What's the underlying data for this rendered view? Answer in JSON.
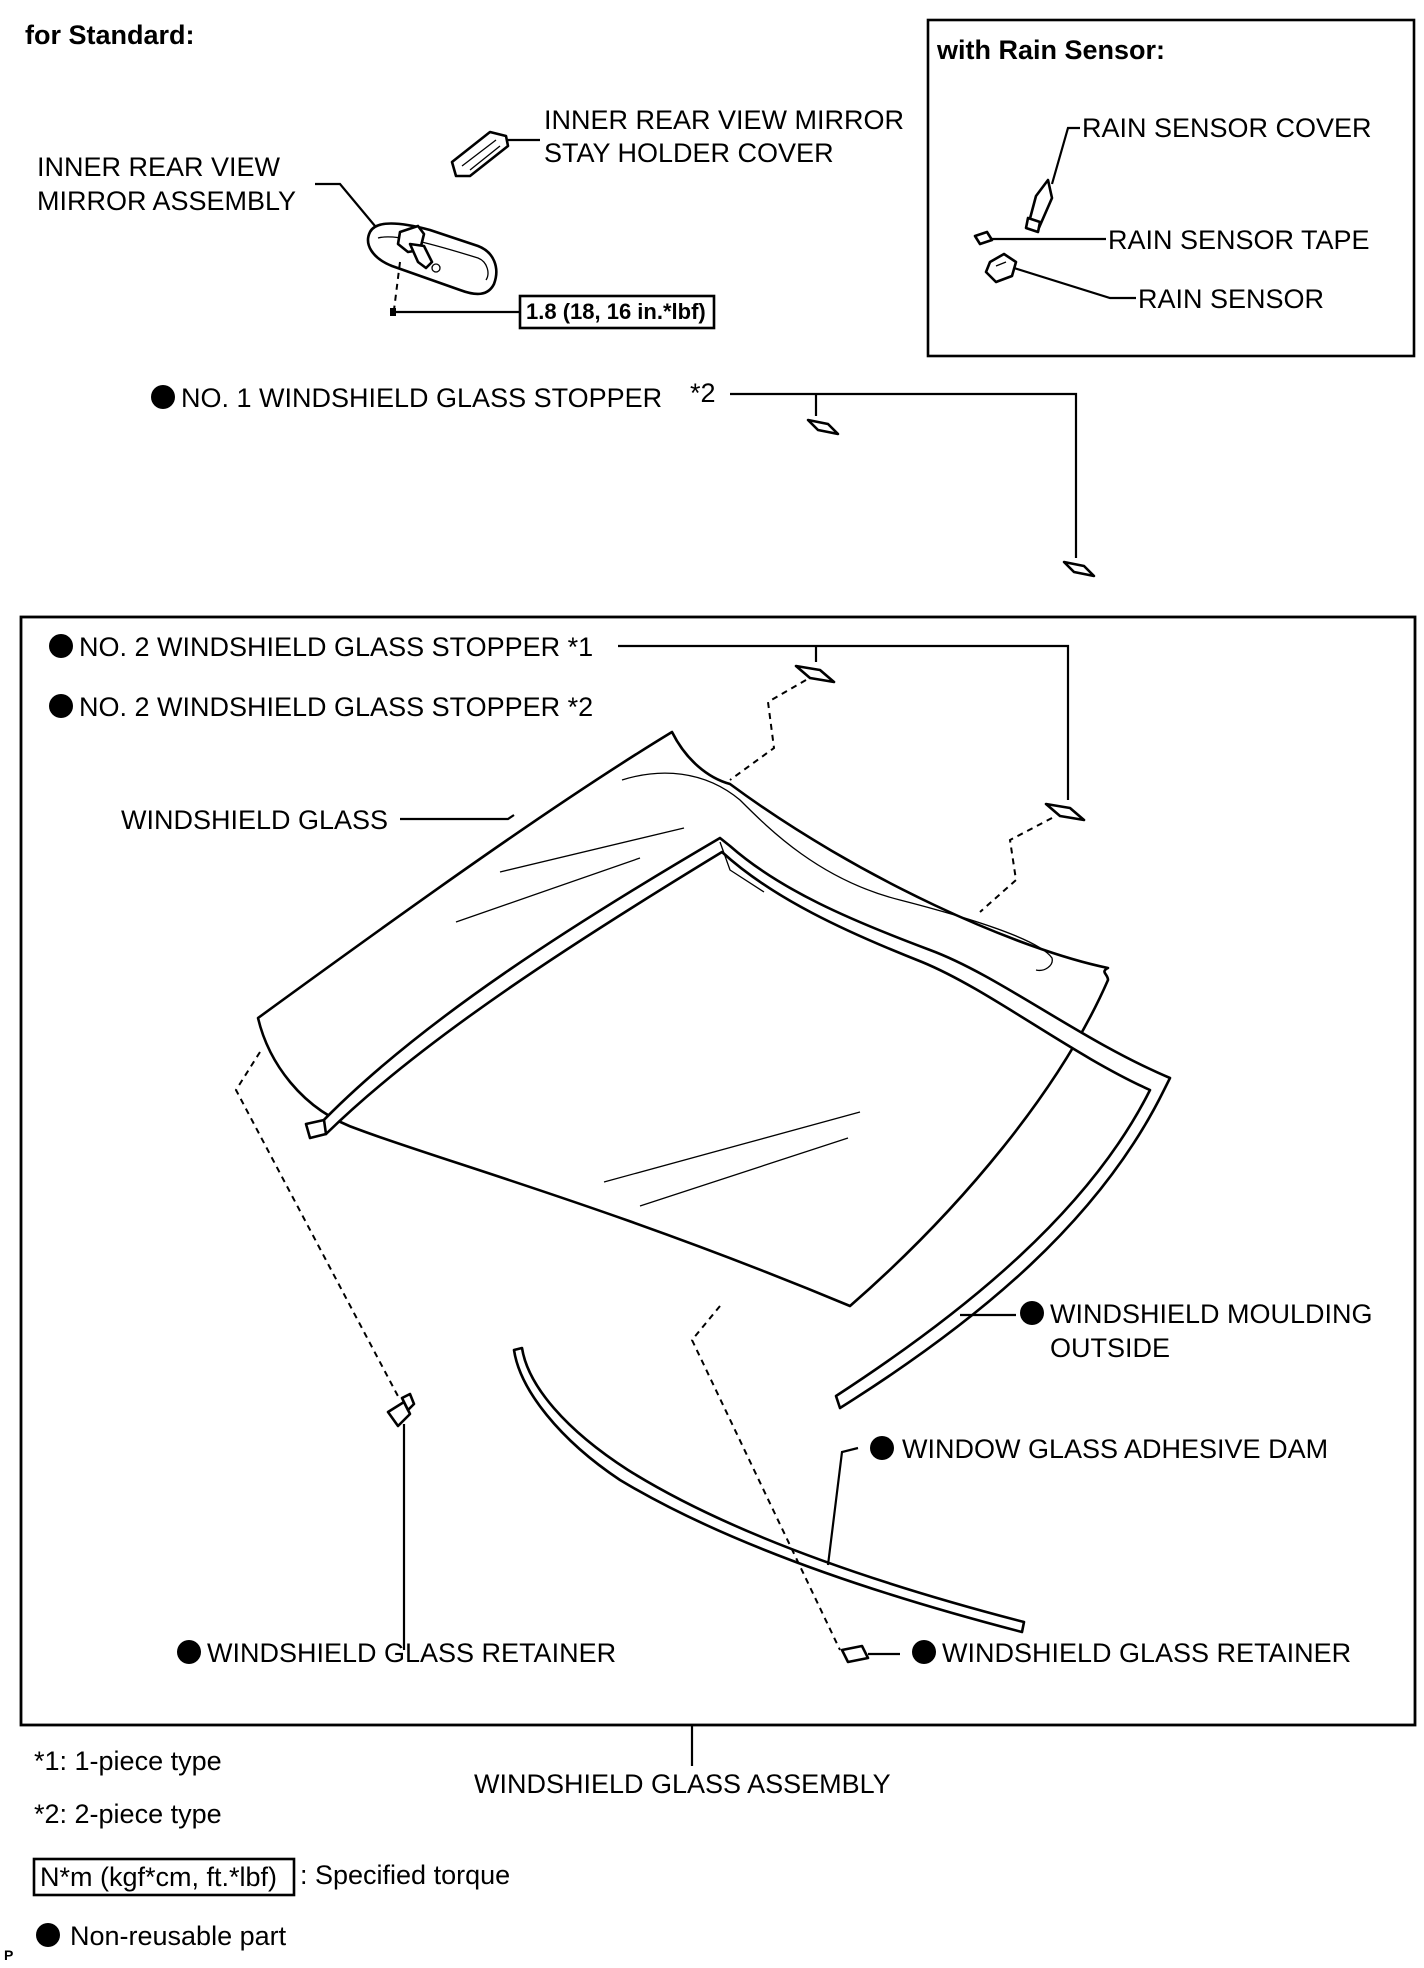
{
  "header_standard": "for Standard:",
  "header_rain_sensor": "with Rain Sensor:",
  "labels": {
    "stay_holder_cover_l1": "INNER REAR VIEW MIRROR",
    "stay_holder_cover_l2": "STAY HOLDER COVER",
    "mirror_assembly_l1": "INNER REAR VIEW",
    "mirror_assembly_l2": "MIRROR ASSEMBLY",
    "torque_value": "1.8 (18, 16 in.*lbf)",
    "rain_sensor_cover": "RAIN SENSOR COVER",
    "rain_sensor_tape": "RAIN SENSOR TAPE",
    "rain_sensor": "RAIN SENSOR",
    "no1_stopper": "NO. 1 WINDSHIELD GLASS STOPPER",
    "no1_stopper_note": "*2",
    "no2_stopper_1": "NO. 2 WINDSHIELD GLASS STOPPER *1",
    "no2_stopper_2": "NO. 2 WINDSHIELD GLASS STOPPER *2",
    "windshield_glass": "WINDSHIELD GLASS",
    "moulding_l1": "WINDSHIELD MOULDING",
    "moulding_l2": "OUTSIDE",
    "adhesive_dam": "WINDOW GLASS ADHESIVE DAM",
    "retainer_left": "WINDSHIELD GLASS RETAINER",
    "retainer_right": "WINDSHIELD GLASS RETAINER",
    "glass_assembly": "WINDSHIELD GLASS ASSEMBLY"
  },
  "legend": {
    "note1": "*1: 1-piece type",
    "note2": "*2: 2-piece type",
    "torque_unit": "N*m (kgf*cm, ft.*lbf)",
    "torque_desc": ": Specified torque",
    "nonreusable": "Non-reusable part"
  },
  "corner_mark": "P"
}
